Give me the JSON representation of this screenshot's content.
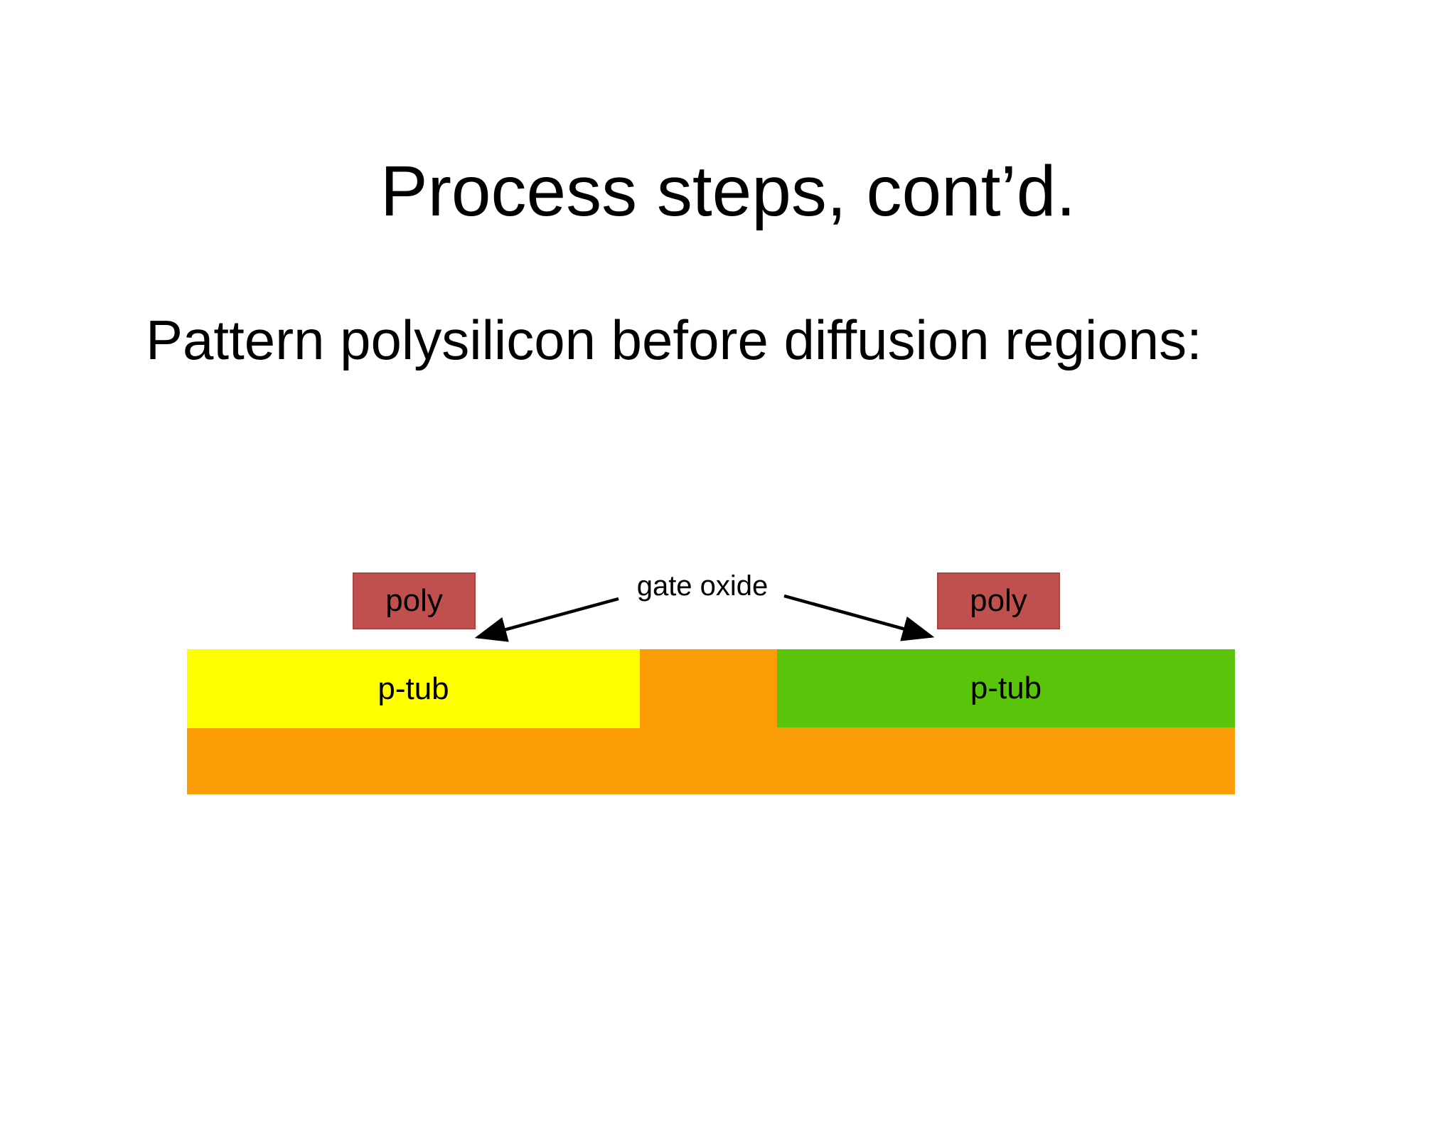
{
  "slide": {
    "title": "Process steps, cont’d.",
    "subtitle": "Pattern polysilicon before diffusion regions:"
  },
  "diagram": {
    "gate_oxide_label": "gate oxide",
    "poly_left_label": "poly",
    "poly_right_label": "poly",
    "ptub_left_label": "p-tub",
    "ptub_right_label": "p-tub",
    "colors": {
      "poly_fill": "#C0504D",
      "poly_border": "#A64542",
      "ptub_left_fill": "#FEFE00",
      "ptub_right_fill": "#59C40A",
      "substrate_fill": "#FB9D06",
      "arrow": "#000000",
      "text": "#000000"
    }
  }
}
